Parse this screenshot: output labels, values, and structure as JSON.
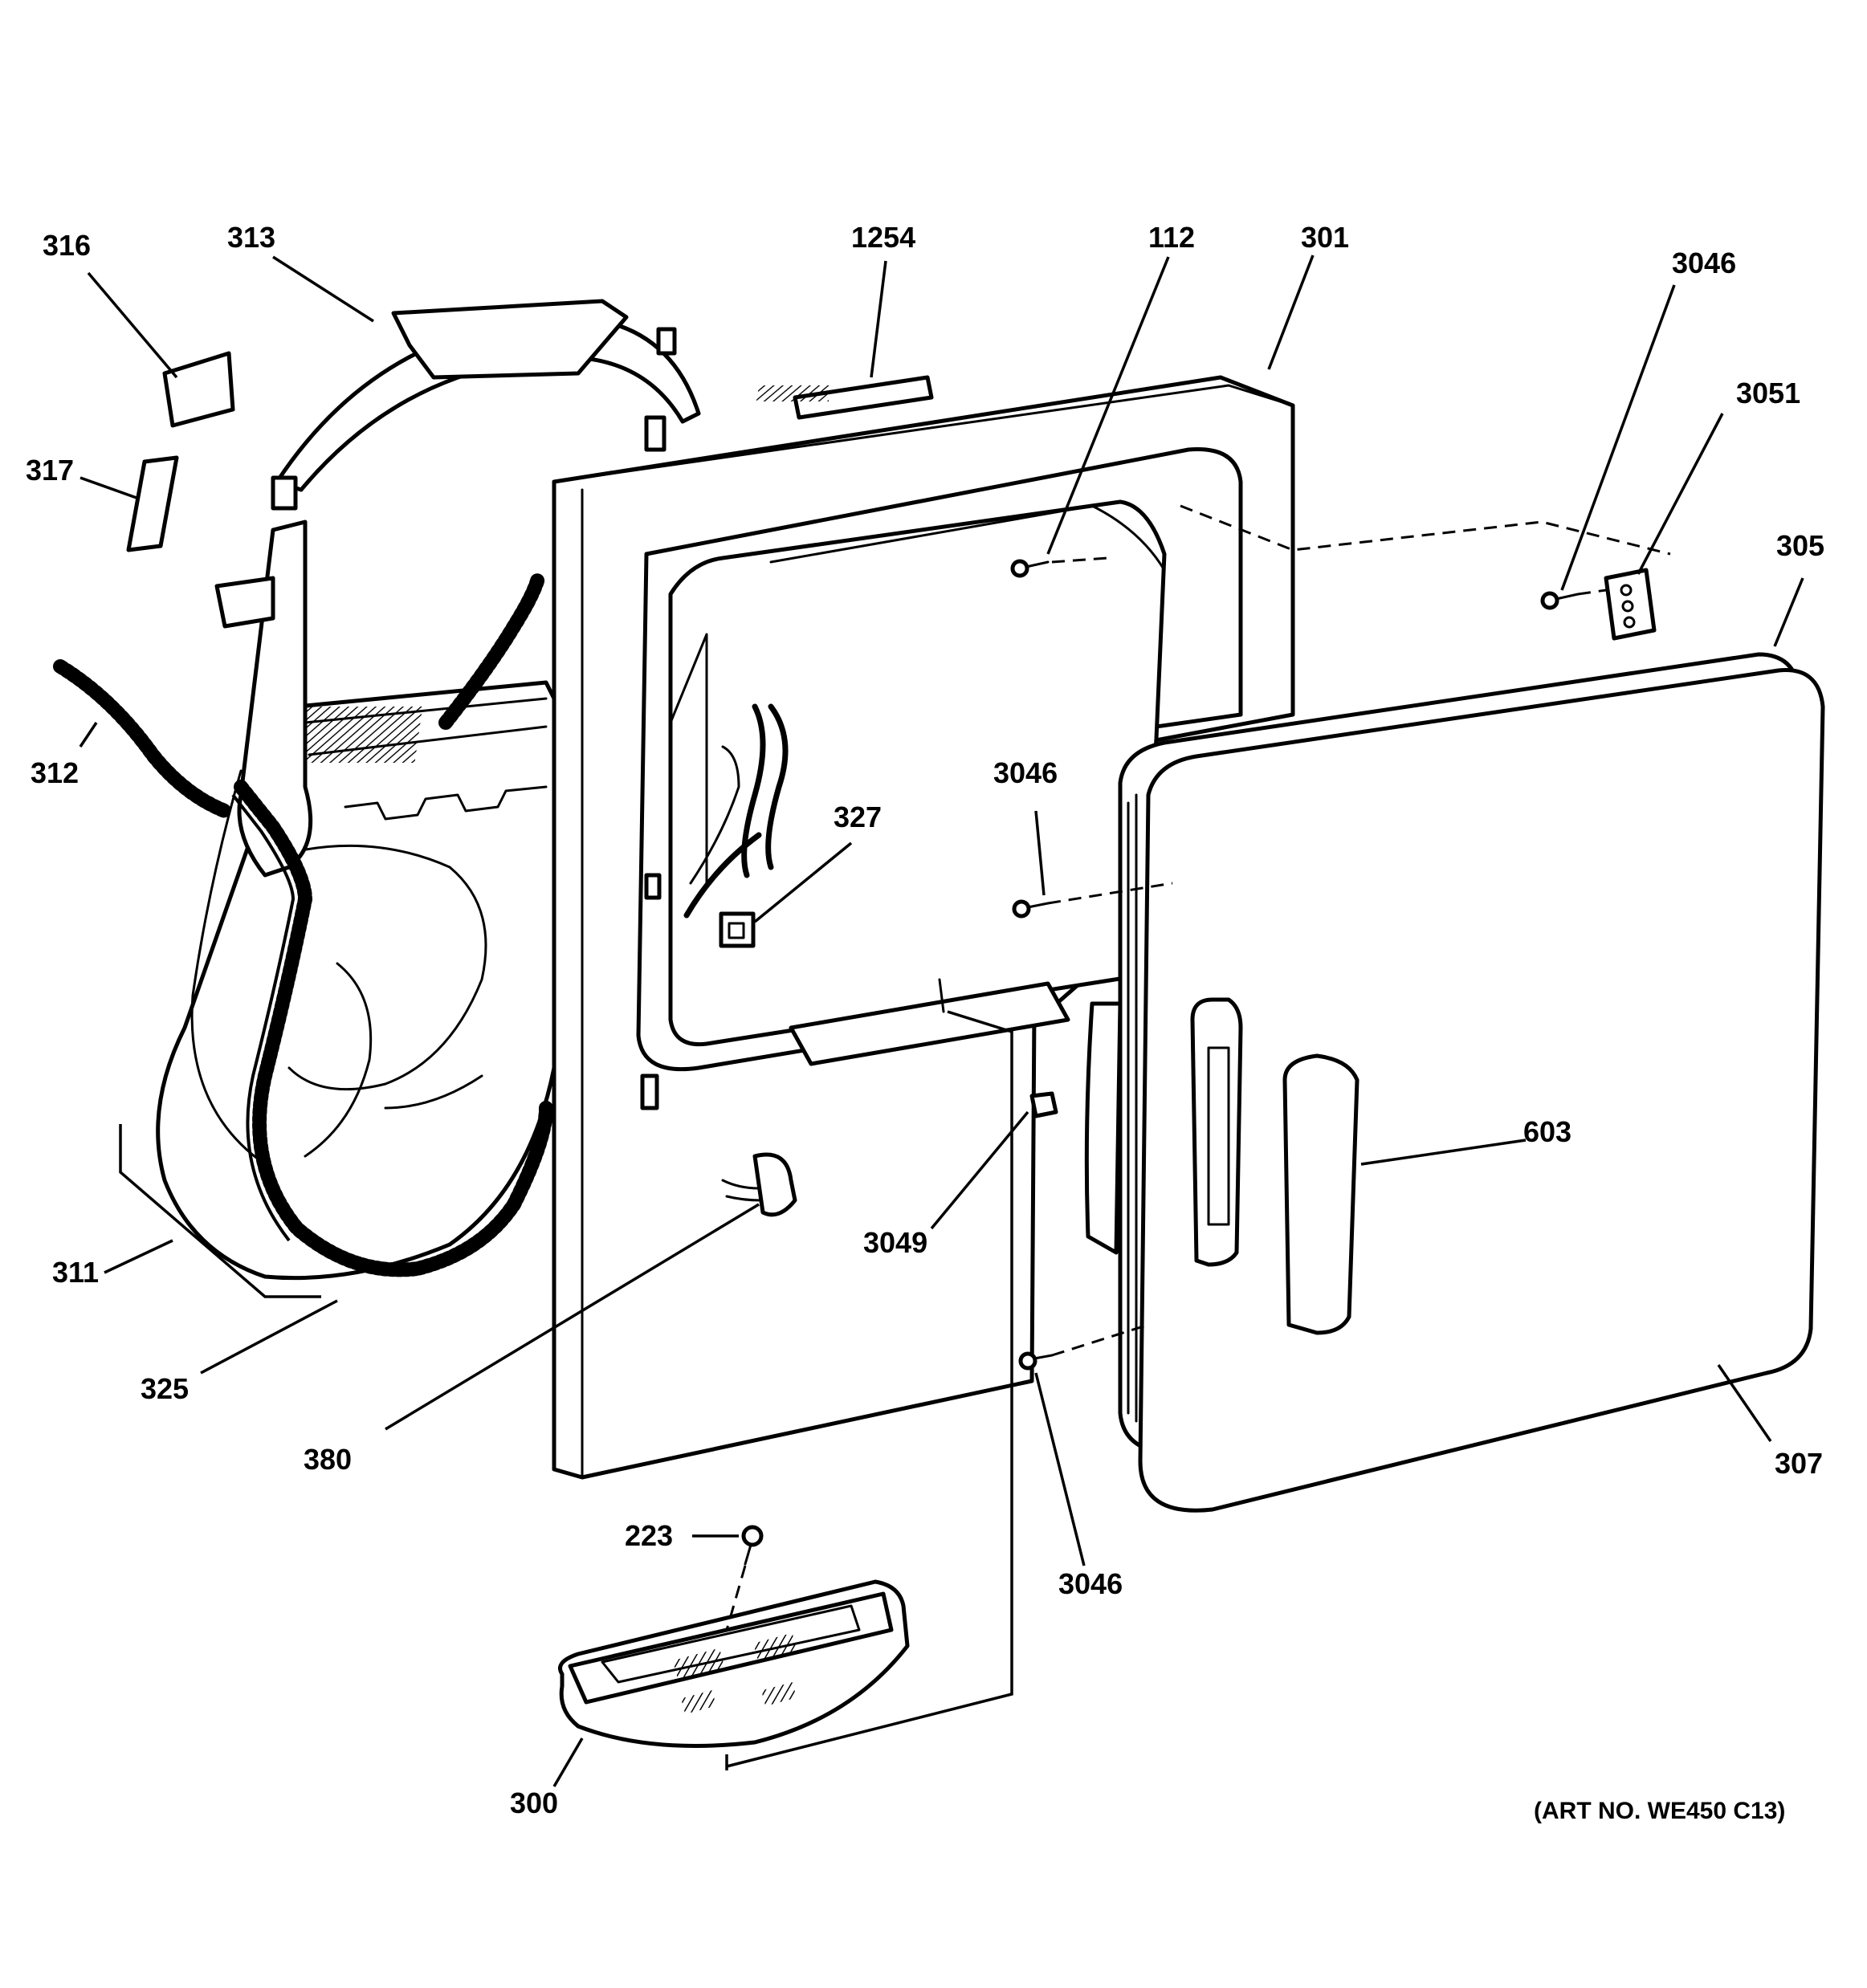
{
  "callouts": {
    "c316": "316",
    "c313": "313",
    "c1254": "1254",
    "c112": "112",
    "c301": "301",
    "c3046_top": "3046",
    "c3051": "3051",
    "c305": "305",
    "c317": "317",
    "c312": "312",
    "c327": "327",
    "c3046_mid": "3046",
    "c603": "603",
    "c3049": "3049",
    "c311": "311",
    "c325": "325",
    "c380": "380",
    "c307": "307",
    "c223": "223",
    "c3046_bot": "3046",
    "c300": "300"
  },
  "art_number": "(ART NO. WE450 C13)"
}
